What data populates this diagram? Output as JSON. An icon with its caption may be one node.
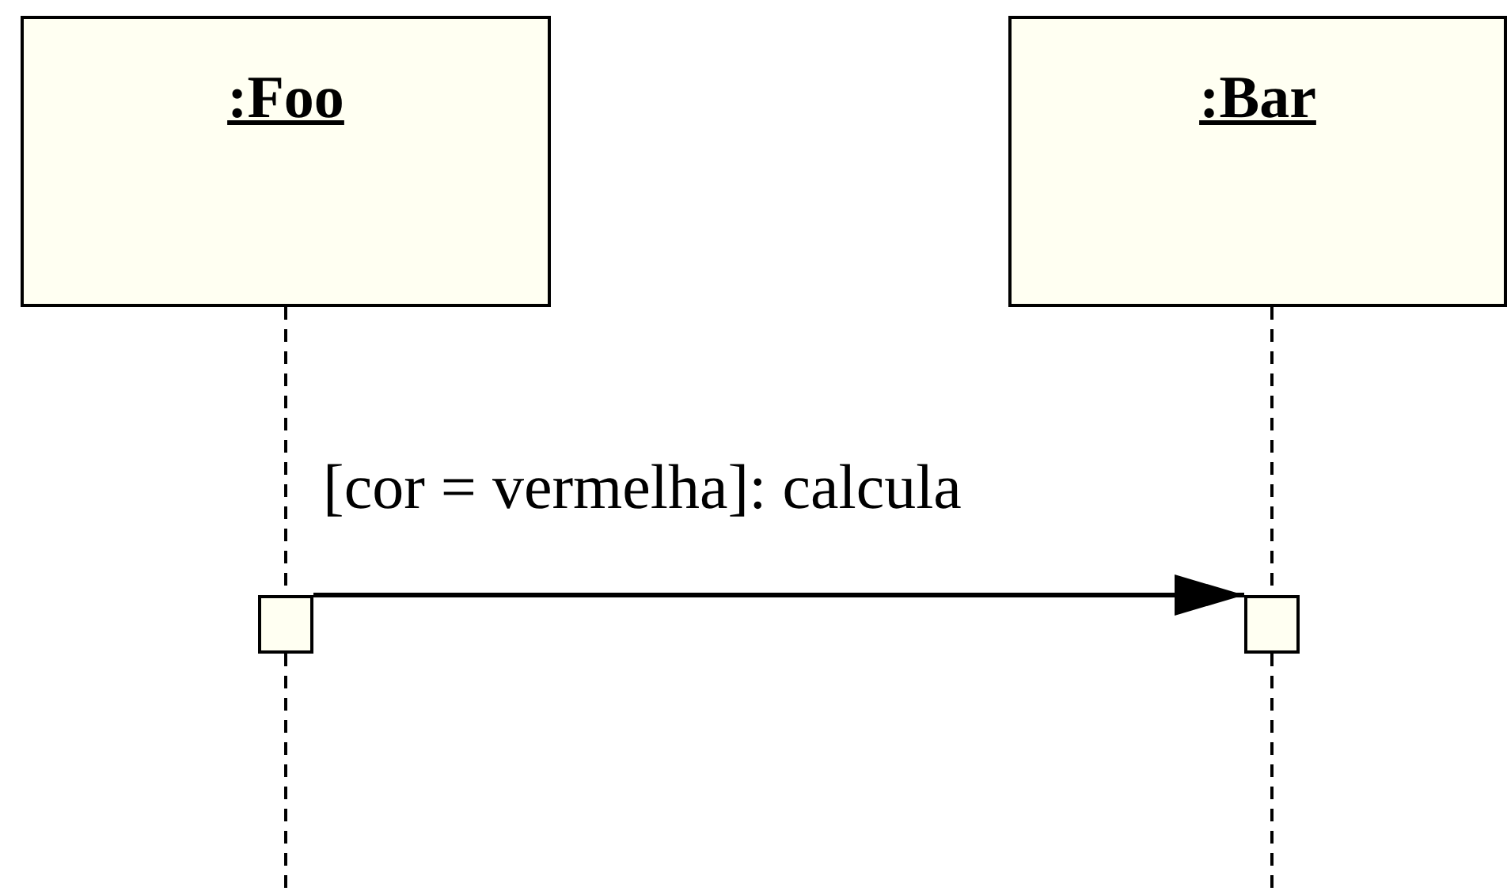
{
  "diagram": {
    "nodes": [
      {
        "text": [
          ":Foo"
        ]
      },
      {
        "text": [
          ":Bar"
        ]
      },
      {
        "text": [],
        "shape": "box"
      },
      {
        "text": [],
        "shape": "box"
      }
    ],
    "edges": [
      {
        "from": 0,
        "to": 2,
        "arrow": "none",
        "style": "dashed"
      },
      {
        "from": 1,
        "to": 3,
        "arrow": "none",
        "style": "dashed"
      },
      {
        "from": 2,
        "to": 3,
        "arrow": "to",
        "label": "[cor = vermelha]: calcula"
      },
      {
        "from": 2,
        "to": null,
        "arrow": "none",
        "style": "dashed"
      },
      {
        "from": 3,
        "to": null,
        "arrow": "none",
        "style": "dashed"
      }
    ]
  }
}
